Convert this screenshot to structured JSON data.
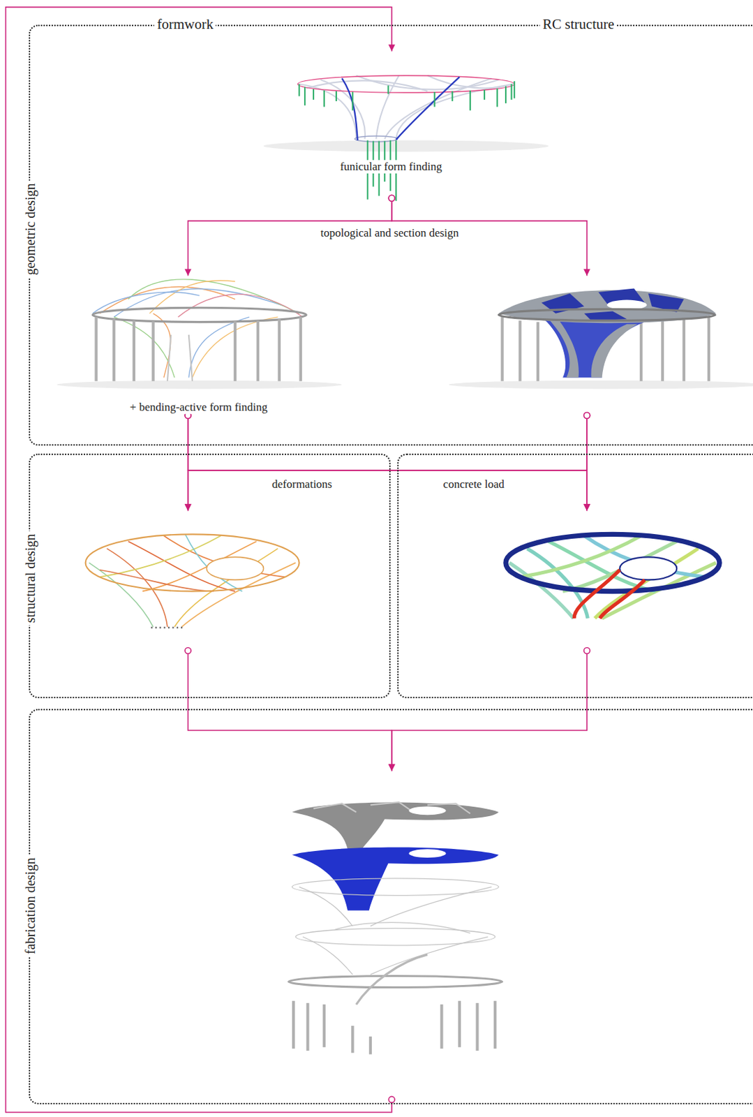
{
  "diagram": {
    "nodes": [
      {
        "text": [
          "geometric design"
        ]
      },
      {
        "text": [
          "funicular form finding"
        ],
        "in": 0
      },
      {
        "text": [
          "+ bending-active form finding"
        ],
        "in": 0
      },
      {
        "text": [],
        "in": 0
      },
      {
        "text": [
          "structural design"
        ]
      },
      {
        "text": [],
        "in": 4
      },
      {
        "text": []
      },
      {
        "text": [],
        "in": 6
      },
      {
        "text": [
          "fabrication design"
        ]
      },
      {
        "text": [],
        "in": 8
      }
    ],
    "edges": [
      {
        "from": 1,
        "to": 2,
        "arrow": "to",
        "label": "topological and section design"
      },
      {
        "from": 1,
        "to": 3,
        "arrow": "to"
      },
      {
        "from": 2,
        "to": 5,
        "arrow": "to",
        "label": "deformations"
      },
      {
        "from": 2,
        "to": 7,
        "arrow": "to"
      },
      {
        "from": 3,
        "to": 5,
        "arrow": "to"
      },
      {
        "from": 3,
        "to": 7,
        "arrow": "to",
        "label": "concrete load"
      },
      {
        "from": 5,
        "to": 9,
        "arrow": "to"
      },
      {
        "from": 7,
        "to": 9,
        "arrow": "to"
      },
      {
        "from": 9,
        "to": 1,
        "arrow": "to"
      }
    ],
    "labels": [
      "formwork",
      "RC structure"
    ]
  }
}
